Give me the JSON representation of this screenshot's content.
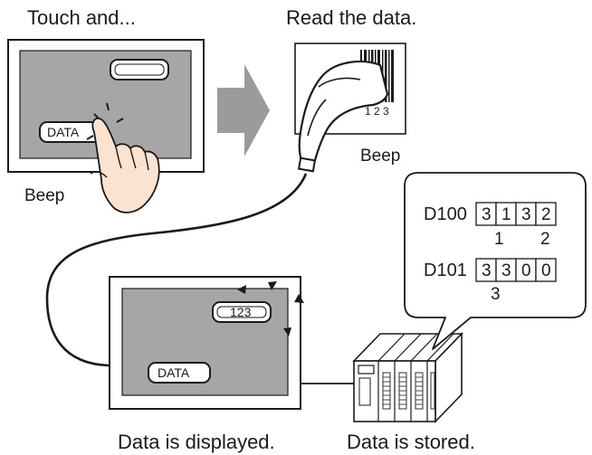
{
  "captions": {
    "touch": "Touch and...",
    "read": "Read the data.",
    "displayed": "Data is displayed.",
    "stored": "Data is stored."
  },
  "beep_labels": {
    "touch_panel": "Beep",
    "scanner": "Beep"
  },
  "panel_top": {
    "button_label": "DATA"
  },
  "panel_bottom": {
    "display_value": "123",
    "button_label": "DATA"
  },
  "barcode": {
    "digits": "1 2 3"
  },
  "memory": {
    "rows": [
      {
        "register": "D100",
        "cells": [
          "3",
          "1",
          "3",
          "2"
        ],
        "annotations": [
          "1",
          "2"
        ]
      },
      {
        "register": "D101",
        "cells": [
          "3",
          "3",
          "0",
          "0"
        ],
        "annotations": [
          "3"
        ]
      }
    ]
  },
  "colors": {
    "panel_gray": "#a6a6a6",
    "arrow_gray": "#9b9b9b",
    "hand_fill": "#fbe3cf",
    "line": "#1a1a1a"
  }
}
